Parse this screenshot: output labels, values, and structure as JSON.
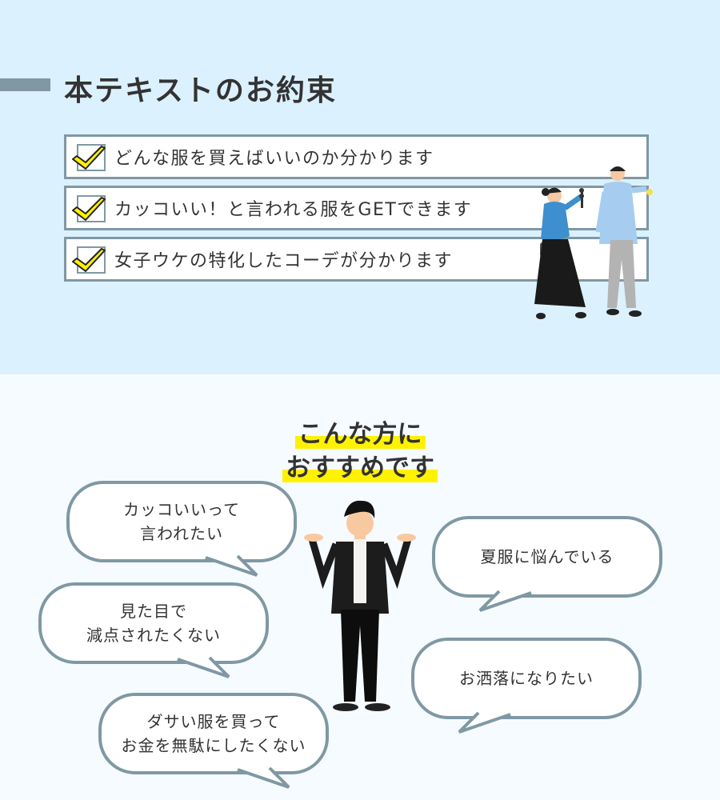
{
  "promise": {
    "title": "本テキストのお約束",
    "items": [
      {
        "text": "どんな服を買えばいいのか分かります"
      },
      {
        "text": "カッコいい！と言われる服をGETできます"
      },
      {
        "text": "女子ウケの特化したコーデが分かります"
      }
    ]
  },
  "recommend": {
    "line1": "こんな方に",
    "line2": "おすすめです",
    "bubbles": [
      {
        "line1": "カッコいいって",
        "line2": "言われたい"
      },
      {
        "line1": "夏服に悩んでいる",
        "line2": ""
      },
      {
        "line1": "見た目で",
        "line2": "減点されたくない"
      },
      {
        "line1": "お洒落になりたい",
        "line2": ""
      },
      {
        "line1": "ダサい服を買って",
        "line2": "お金を無駄にしたくない"
      }
    ]
  },
  "colors": {
    "accent": "#fff200",
    "border": "#7f98a4",
    "top_bg": "#dcf1fe"
  }
}
